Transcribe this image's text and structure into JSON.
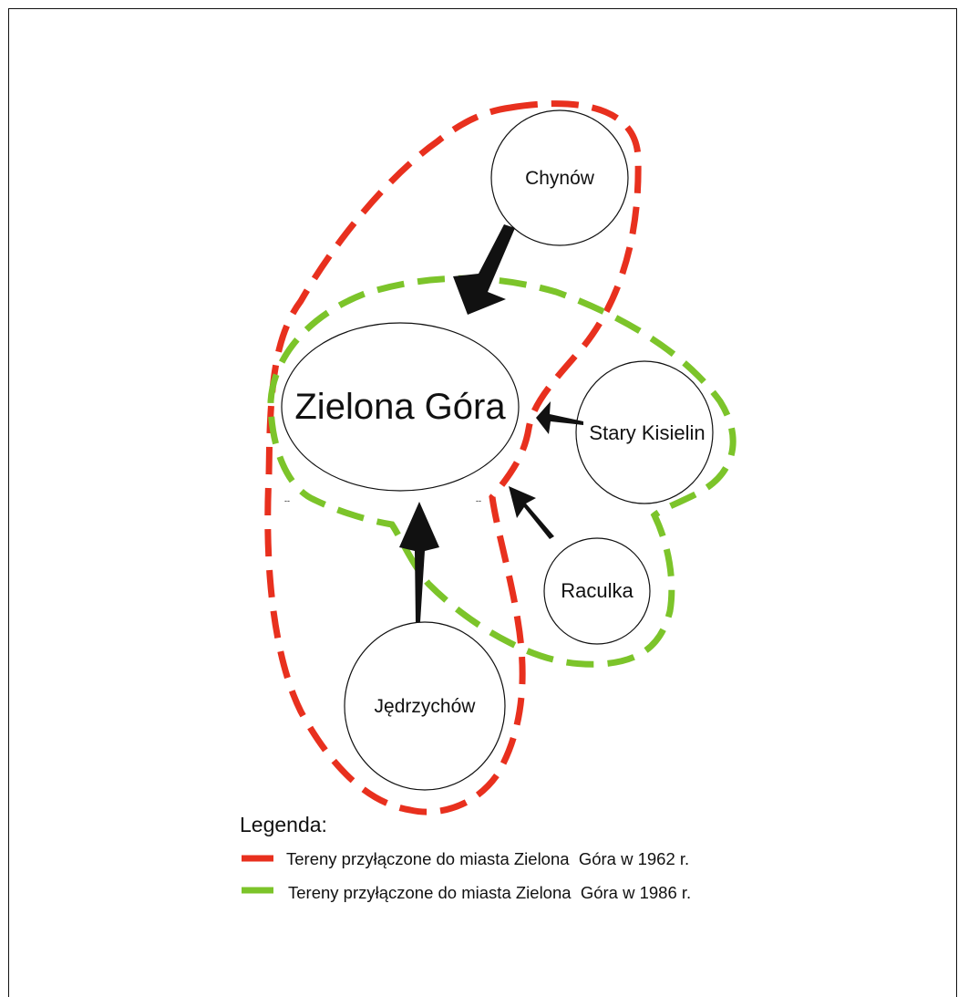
{
  "nodes": {
    "center": {
      "label": "Zielona Góra"
    },
    "chynow": {
      "label": "Chynów"
    },
    "stary_kisielin": {
      "label": "Stary Kisielin"
    },
    "raculka": {
      "label": "Raculka"
    },
    "jedrzychow": {
      "label": "Jędrzychów"
    }
  },
  "legend": {
    "title": "Legenda:",
    "items": [
      {
        "label": "Tereny przyłączone do miasta Zielona  Góra w 1962 r.",
        "color": "#e8301e"
      },
      {
        "label": "Tereny przyłączone do miasta Zielona  Góra w 1986 r.",
        "color": "#7cc42a"
      }
    ]
  },
  "colors": {
    "boundary_1962": "#e8301e",
    "boundary_1986": "#7cc42a",
    "arrow": "#111111"
  }
}
